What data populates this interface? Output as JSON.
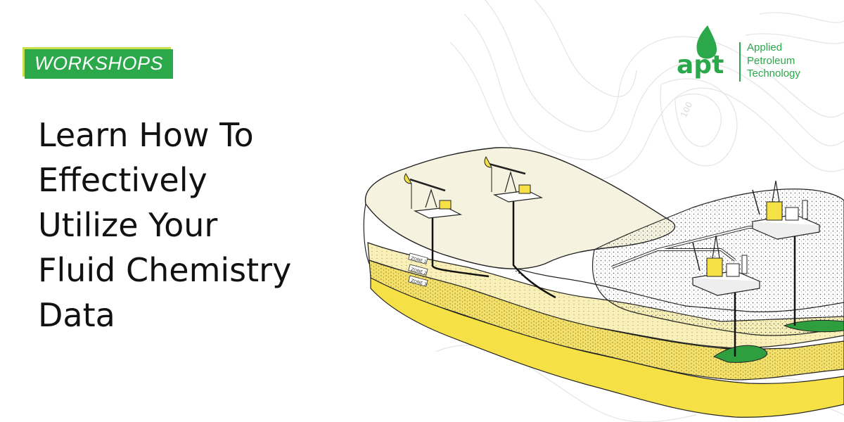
{
  "badge": {
    "label": "WORKSHOPS"
  },
  "headline": {
    "lines": [
      "Learn How To",
      "Effectively",
      "Utilize Your",
      "Fluid Chemistry",
      "Data"
    ]
  },
  "logo": {
    "mark": "apt",
    "lines": [
      "Applied",
      "Petroleum",
      "Technology"
    ]
  },
  "illustration": {
    "zones": [
      "ZONE 1",
      "ZONE 2",
      "ZONE 3"
    ]
  },
  "colors": {
    "brand_green": "#2ba84a",
    "badge_accent": "#c9e04c",
    "sand_yellow": "#f2e06a",
    "equipment_yellow": "#f5e146",
    "reservoir_green": "#2e9e3e",
    "ground_cream": "#f5f3df"
  }
}
